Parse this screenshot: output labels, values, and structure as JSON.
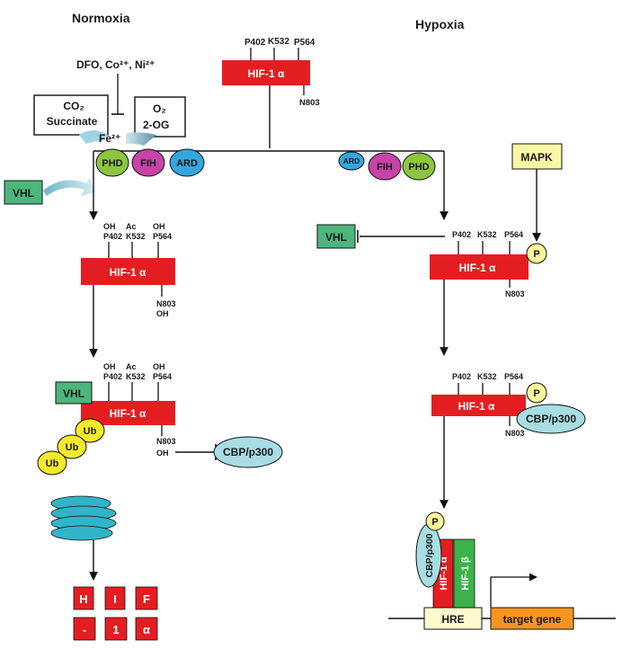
{
  "titles": {
    "left": "Normoxia",
    "right": "Hypoxia"
  },
  "inhibitors": "DFO, Co²⁺, Ni²⁺",
  "fe": "Fe²⁺",
  "box_left": {
    "line1": "CO₂",
    "line2": "Succinate"
  },
  "box_right": {
    "line1": "O₂",
    "line2": "2-OG"
  },
  "enzymes": {
    "phd": "PHD",
    "fih": "FIH",
    "ard": "ARD"
  },
  "vhl": "VHL",
  "mapk": "MAPK",
  "hif1a": "HIF-1 α",
  "hif1b": "HIF-1 β",
  "sites": {
    "p402": "P402",
    "k532": "K532",
    "p564": "P564",
    "n803": "N803"
  },
  "mods": {
    "oh": "OH",
    "ac": "Ac"
  },
  "ub": "Ub",
  "p": "P",
  "cbp": "CBP/p300",
  "hre": "HRE",
  "target": "target gene",
  "fragments": [
    "H",
    "I",
    "F",
    "-",
    "1",
    "α"
  ],
  "colors": {
    "hif_red": "#e41e20",
    "hif_green": "#3bb34a",
    "vhl_green": "#4cb67c",
    "phd_green": "#8cc63f",
    "fih_magenta": "#c743a7",
    "ard_blue": "#35a6dd",
    "ub_yellow": "#f2ea2b",
    "p_yellow": "#fbf59b",
    "mapk_yellow": "#fbf6a6",
    "cbp_blue": "#a7dde3",
    "proteasome": "#2fb5c7",
    "target_orange": "#f7941d",
    "hre_yellow": "#fffacd"
  }
}
